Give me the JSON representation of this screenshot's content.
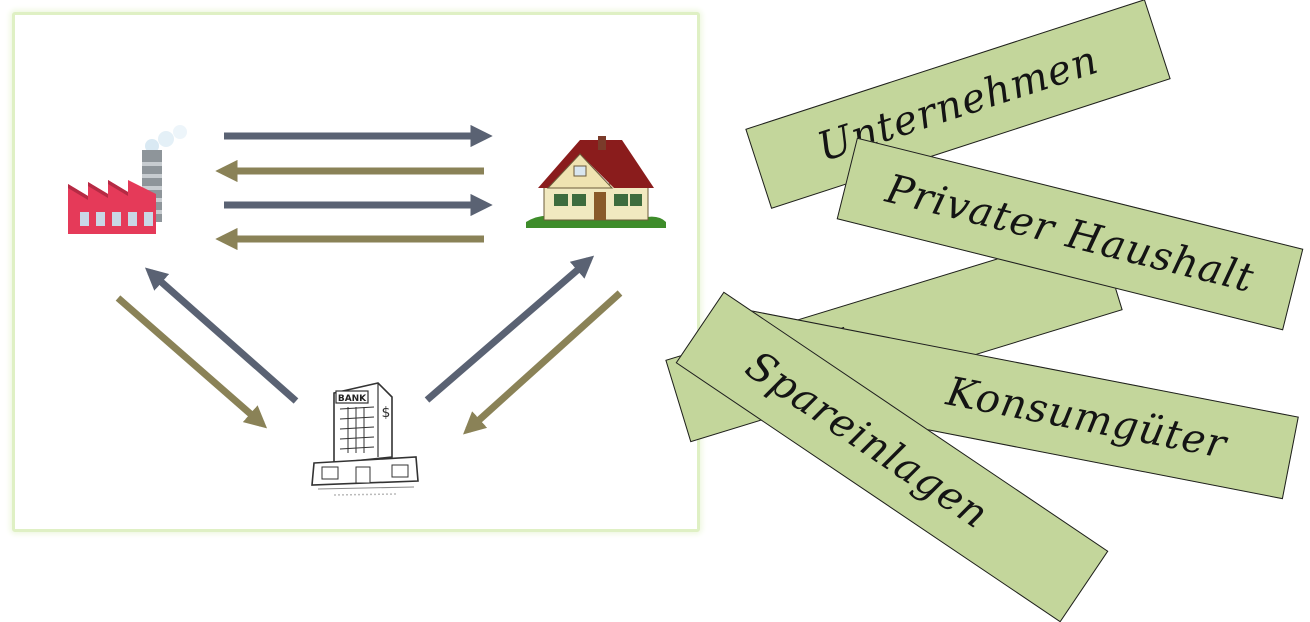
{
  "colors": {
    "money_arrow": "#5a6273",
    "goods_arrow": "#8a8257",
    "card_fill": "#c3d69b",
    "card_border": "#1e1e1e",
    "board_border": "#dff0c4"
  },
  "icons": {
    "firm": "factory-icon",
    "household": "house-icon",
    "bank": "bank-building-icon"
  },
  "bank_sign": "BANK",
  "cards": [
    {
      "label": "Unternehmen"
    },
    {
      "label": "Privater Haushalt"
    },
    {
      "label": "Bank"
    },
    {
      "label": "Konsumgüter"
    },
    {
      "label": "Spareinlagen"
    }
  ]
}
